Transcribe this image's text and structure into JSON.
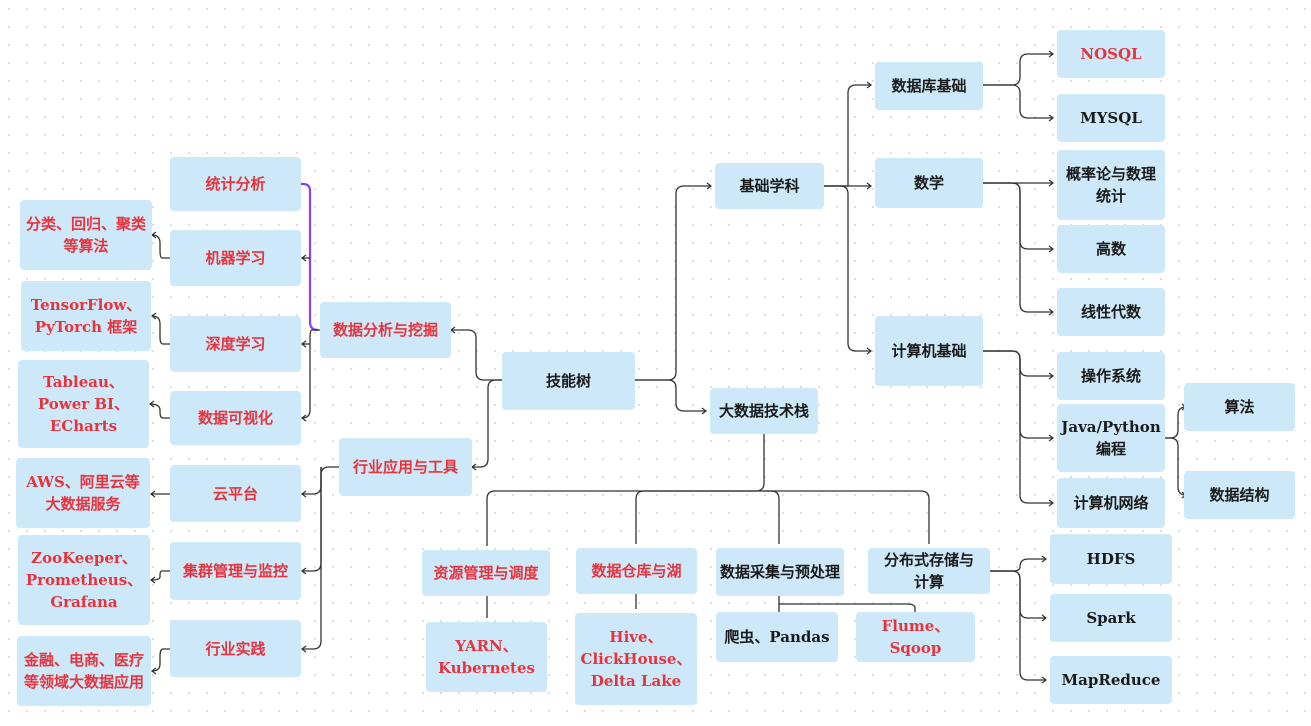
{
  "diagram": {
    "nodes": {
      "root": "技能树",
      "basics": "基础学科",
      "db_basics": "数据库基础",
      "nosql": "NOSQL",
      "mysql": "MYSQL",
      "math": "数学",
      "prob_stats": "概率论与数理\n统计",
      "calculus": "高数",
      "linear_algebra": "线性代数",
      "cs_basics": "计算机基础",
      "os": "操作系统",
      "java_python": "Java/Python\n编程",
      "algorithms": "算法",
      "data_structures": "数据结构",
      "networks": "计算机网络",
      "bigdata_stack": "大数据技术栈",
      "resource_mgmt": "资源管理与调度",
      "yarn_k8s": "YARN、\nKubernetes",
      "warehouse_lake": "数据仓库与湖",
      "hive_ch_dl": "Hive、\nClickHouse、\nDelta Lake",
      "collect_preprocess": "数据采集与预处理",
      "crawler_pandas": "爬虫、Pandas",
      "flume_sqoop": "Flume、Sqoop",
      "dist_storage": "分布式存储与\n计算",
      "hdfs": "HDFS",
      "spark": "Spark",
      "mapreduce": "MapReduce",
      "data_analysis": "数据分析与挖掘",
      "stat_analysis": "统计分析",
      "machine_learning": "机器学习",
      "ml_algos": "分类、回归、聚类\n等算法",
      "deep_learning": "深度学习",
      "tf_pytorch": "TensorFlow、\nPyTorch 框架",
      "data_viz": "数据可视化",
      "viz_tools": "Tableau、\nPower BI、\nECharts",
      "industry_tools": "行业应用与工具",
      "cloud": "云平台",
      "cloud_services": "AWS、阿里云等\n大数据服务",
      "cluster_mgmt": "集群管理与监控",
      "cluster_tools": "ZooKeeper、\nPrometheus、\nGrafana",
      "industry_practice": "行业实践",
      "industry_apps": "金融、电商、医疗\n等领域大数据应用"
    },
    "colors": {
      "node_fill": "#cde9f9",
      "text_dark": "#1a1a1a",
      "text_red": "#e5343e",
      "connector": "#333333",
      "highlight_connector": "#8a3ffc"
    }
  }
}
